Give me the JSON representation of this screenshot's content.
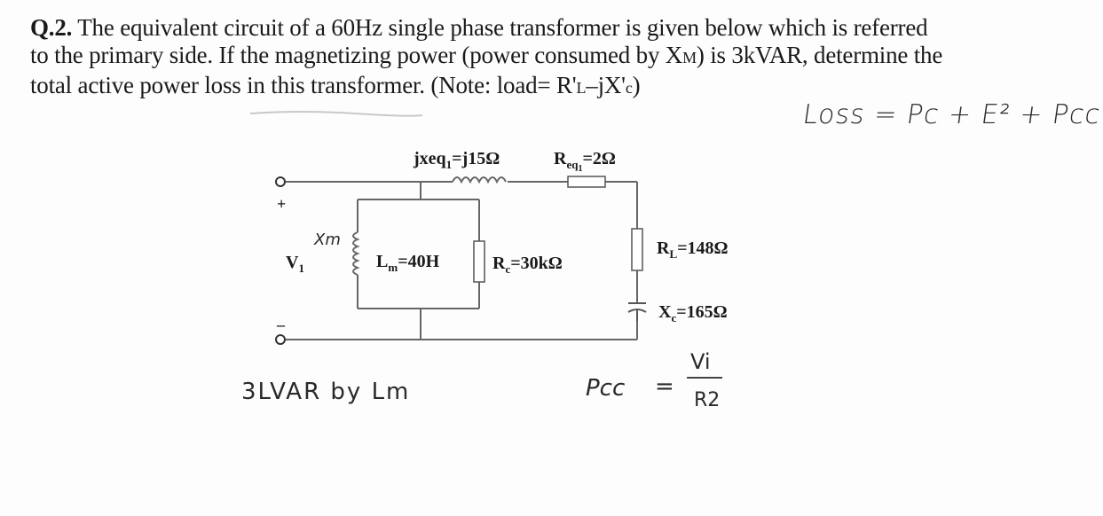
{
  "question": {
    "number": "Q.2.",
    "line1": " The equivalent circuit of a 60Hz single phase transformer is given below which is referred",
    "line2": "to the primary side. If the magnetizing power (power consumed by X",
    "line2_sub": "M",
    "line2_end": ") is 3kVAR, determine the",
    "line3": "total active power loss in this transformer. (Note: load= R'",
    "line3_sub1": "L",
    "line3_mid": "–jX'",
    "line3_sub2": "c",
    "line3_end": ")"
  },
  "handwritten": {
    "loss_eq": "Loss = Pc + E² + Pcc",
    "xm_label": "Xm",
    "note_lvar": "3LVAR  by Lm",
    "pcc": "Pcc",
    "equals": "=",
    "vi": "Vi",
    "r2": "R2"
  },
  "circuit": {
    "xeq_label": "jxeq",
    "xeq_sub": "1",
    "xeq_value": "=j15Ω",
    "req_label": "R",
    "req_sub": "eq",
    "req_sub2": "1",
    "req_value": "=2Ω",
    "v1": "V",
    "v1_sub": "1",
    "plus": "+",
    "minus": "–",
    "lm_label": "L",
    "lm_sub": "m",
    "lm_value": "=40H",
    "rc_label": "R",
    "rc_sub": "c",
    "rc_value": "=30kΩ",
    "rl_label": "R",
    "rl_sub": "L",
    "rl_value": "=148Ω",
    "xc_label": "X",
    "xc_sub": "c",
    "xc_value": "=165Ω"
  }
}
